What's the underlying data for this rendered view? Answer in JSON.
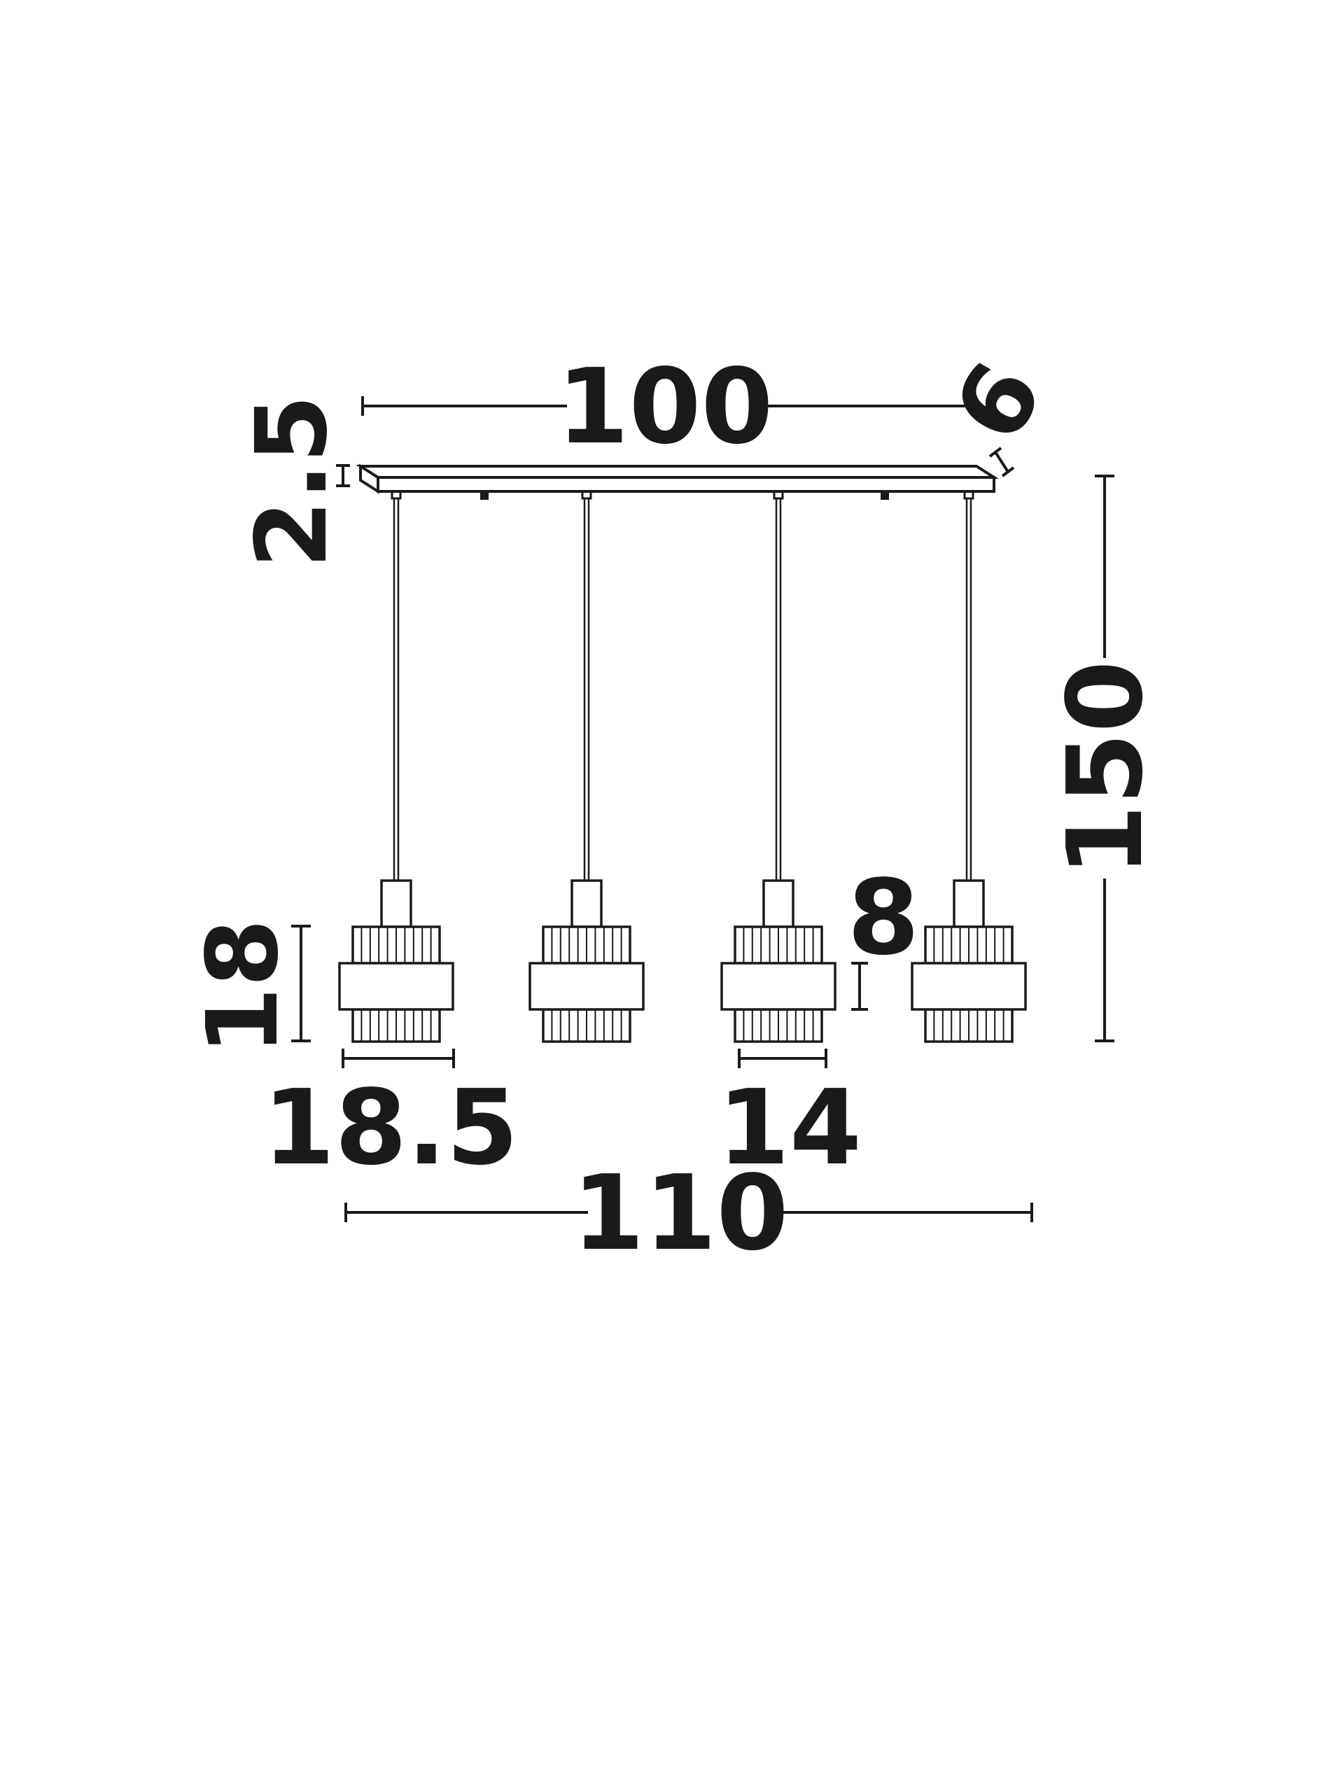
{
  "diagram": {
    "dimensions": {
      "canopy_length": "100",
      "canopy_depth": "6",
      "canopy_height": "2.5",
      "overall_height": "150",
      "shade_height": "18",
      "shade_outer_diameter": "18.5",
      "shade_inner_diameter": "14",
      "band_height": "8",
      "overall_width": "110"
    },
    "pendant_count": 4,
    "colors": {
      "line": "#1a1a1a",
      "background": "#ffffff"
    }
  }
}
